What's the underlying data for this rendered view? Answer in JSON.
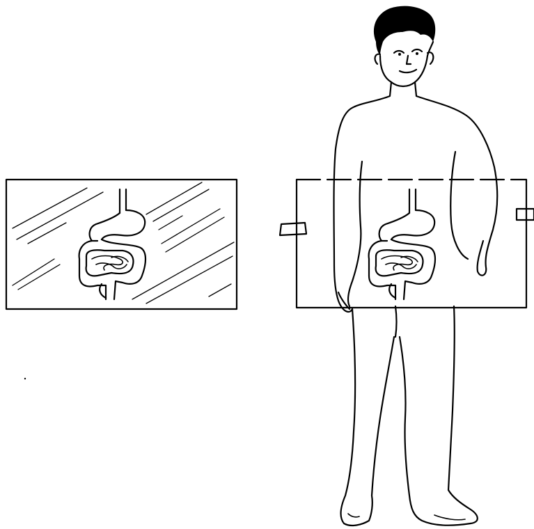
{
  "figure": {
    "panels": [
      {
        "id": "glass-panel",
        "description_name": "glass-sheet-with-digestive-organs"
      },
      {
        "id": "person-with-frame",
        "description_name": "human-figure-behind-frame"
      }
    ],
    "colors": {
      "ink": "#000000",
      "paper": "#ffffff"
    }
  }
}
